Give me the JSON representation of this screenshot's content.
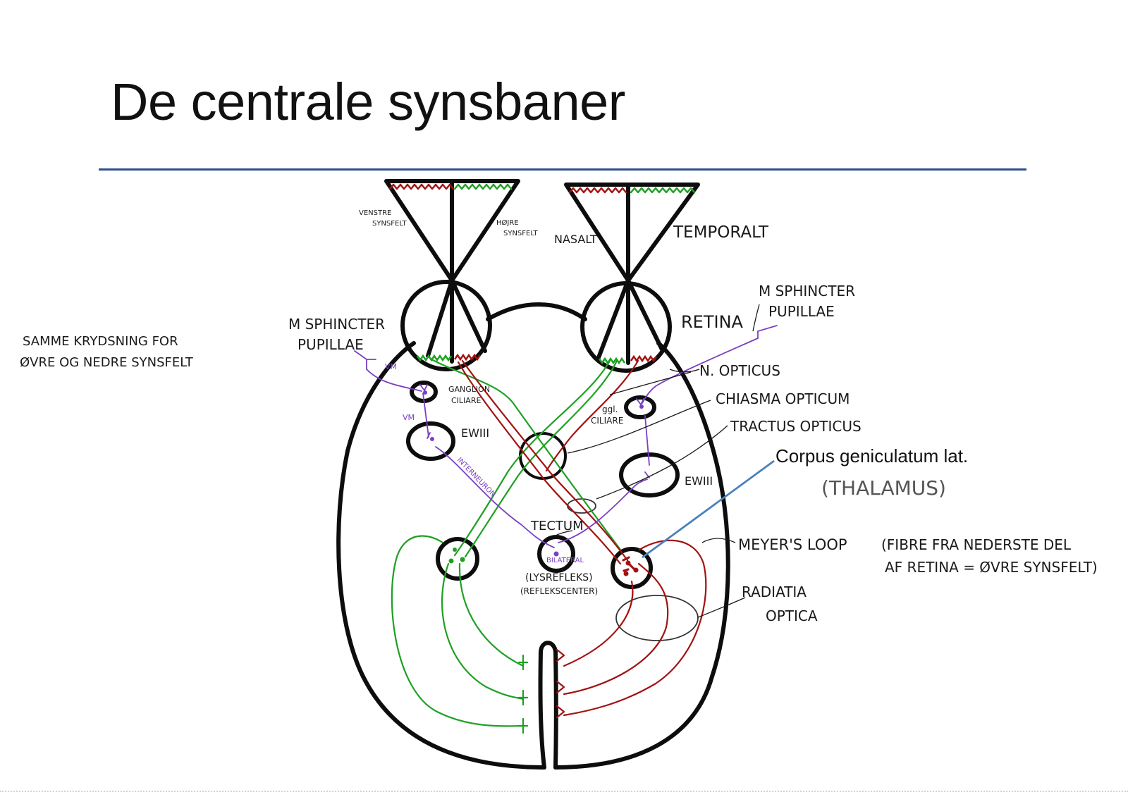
{
  "slide": {
    "title": "De centrale synsbaner",
    "colors": {
      "title_rule": "#2e4f8a",
      "outline": "#0d0d0d",
      "temporal_fibers": "#1fa023",
      "nasal_fibers": "#a31212",
      "pupil_reflex": "#7a3fc4",
      "annotation_line": "#4a80bd",
      "label_text": "#1a1a1a"
    }
  },
  "diagram": {
    "labels": {
      "venstre_synsfelt_1": "VENSTRE",
      "venstre_synsfelt_2": "SYNSFELT",
      "hojre_synsfelt_1": "HØJRE",
      "hojre_synsfelt_2": "SYNSFELT",
      "nasalt": "NASALT",
      "temporalt": "TEMPORALT",
      "m_sphincter_left_1": "M SPHINCTER",
      "m_sphincter_left_2": "PUPILLAE",
      "m_sphincter_right_1": "M SPHINCTER",
      "m_sphincter_right_2": "PUPILLAE",
      "retina": "RETINA",
      "samme_1": "SAMME KRYDSNING FOR",
      "samme_2": "ØVRE OG NEDRE SYNSFELT",
      "vm_1": "VM",
      "vm_2": "VM",
      "ganglion_1": "GANGLION",
      "ganglion_2": "CILIARE",
      "ggl_1": "ggl.",
      "ggl_2": "CILIARE",
      "ew_left": "EWIII",
      "ew_right": "EWIII",
      "interneuron": "INTERNEURON",
      "n_opticus": "N. OPTICUS",
      "chiasma": "CHIASMA OPTICUM",
      "tractus": "TRACTUS OPTICUS",
      "corpus": "Corpus geniculatum  lat.",
      "thalamus": "(THALAMUS)",
      "tectum": "TECTUM",
      "bilateral": "BILATERAL",
      "lysrefleks": "(LYSREFLEKS)",
      "refleks": "(REFLEKSCENTER)",
      "meyer": "MEYER'S LOOP",
      "fibre_1": "(FIBRE FRA NEDERSTE DEL",
      "fibre_2": "AF RETINA = ØVRE SYNSFELT)",
      "radiatia_1": "RADIATIA",
      "radiatia_2": "OPTICA"
    }
  }
}
